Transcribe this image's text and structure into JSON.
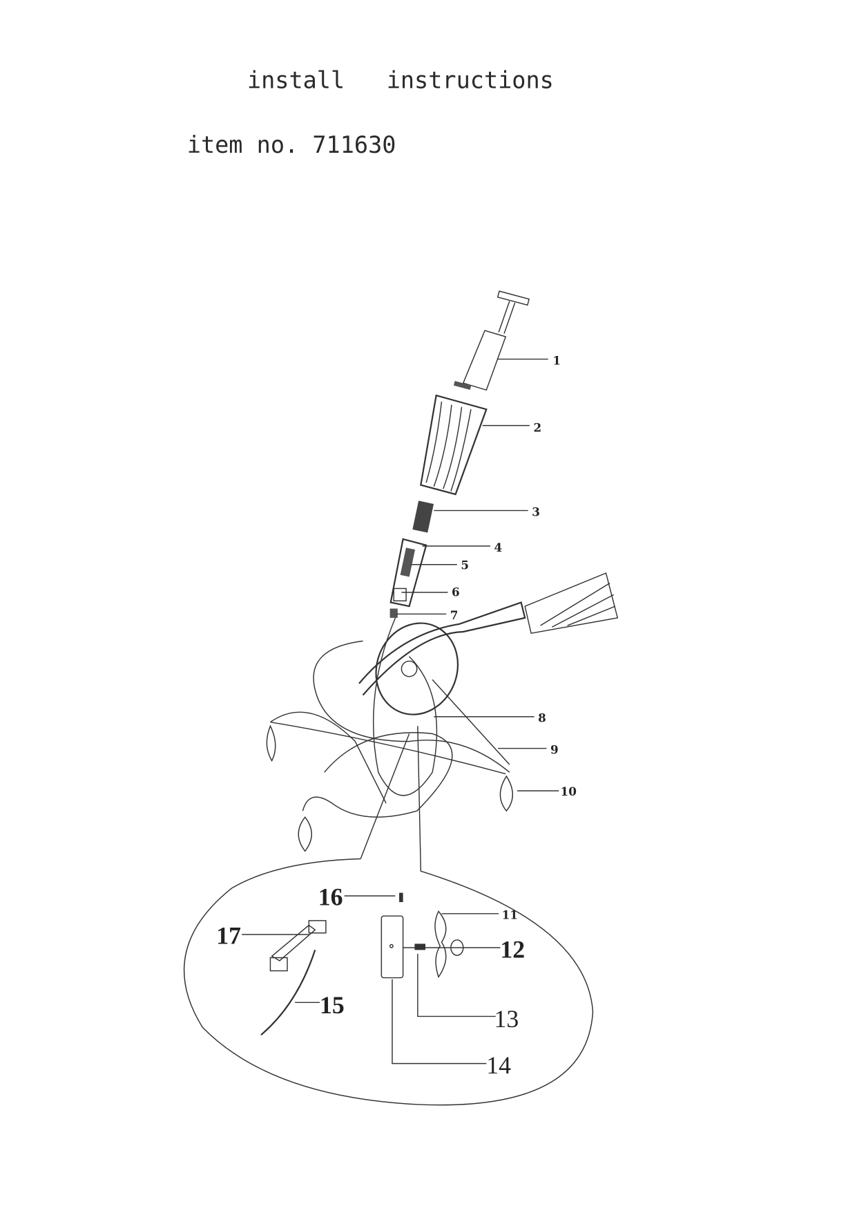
{
  "document": {
    "title": "install   instructions",
    "item_number": "item no. 711630"
  },
  "part_labels": [
    "1",
    "2",
    "3",
    "4",
    "5",
    "6",
    "7",
    "8",
    "9",
    "10",
    "11",
    "12",
    "13",
    "14",
    "15",
    "16",
    "17"
  ]
}
